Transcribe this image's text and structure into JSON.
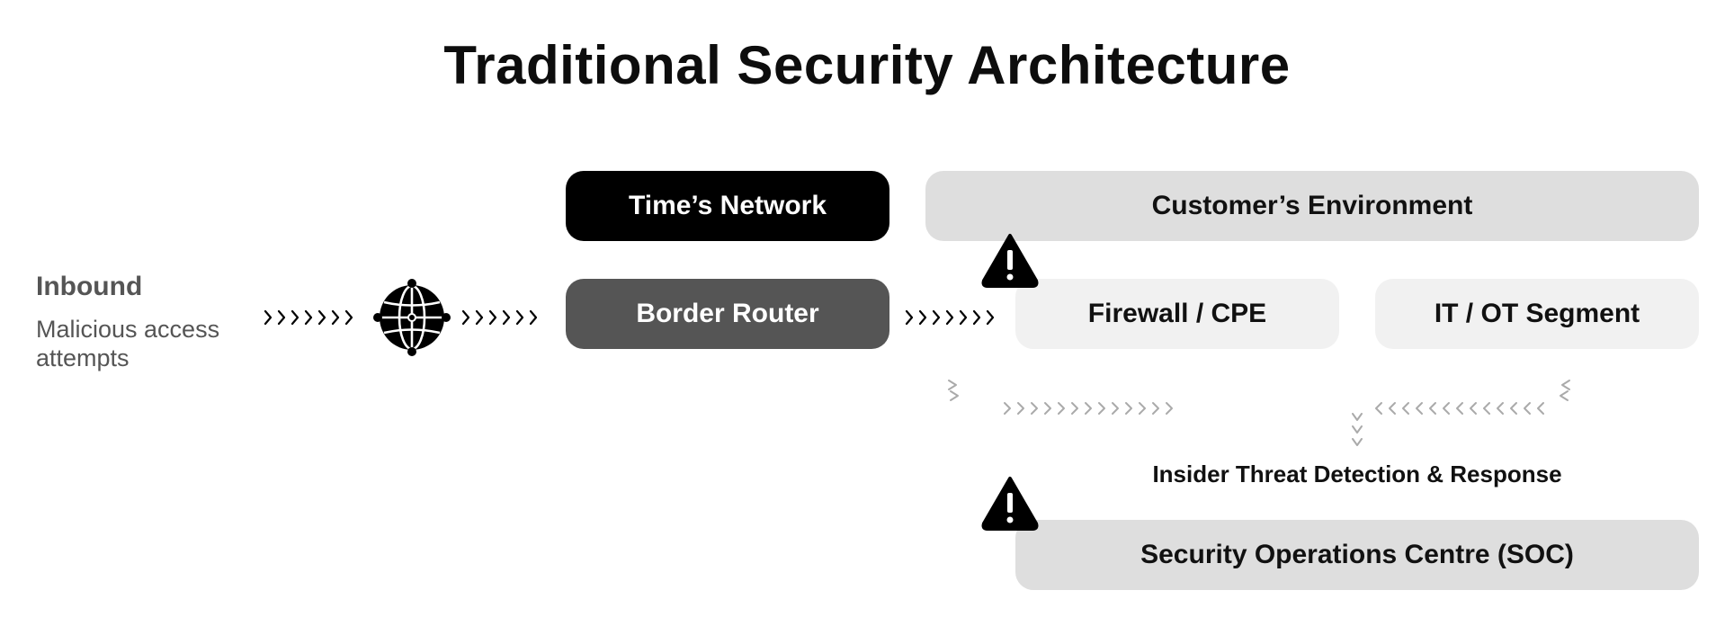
{
  "title": "Traditional Security Architecture",
  "inbound": {
    "title": "Inbound",
    "subtitle": "Malicious access attempts"
  },
  "boxes": {
    "network": "Time’s Network",
    "customer": "Customer’s Environment",
    "router": "Border Router",
    "firewall": "Firewall / CPE",
    "segment": "IT / OT Segment",
    "soc": "Security Operations Centre (SOC)"
  },
  "insider_label": "Insider Threat Detection & Response",
  "icons": {
    "globe": "globe-icon",
    "warning": "warning-icon"
  },
  "colors": {
    "network_box": "#000000",
    "router_box": "#555555",
    "customer_box": "#dedede",
    "segment_box": "#f1f1f1",
    "flow_arrow": "#000000",
    "insider_arrow": "#aaaaaa"
  }
}
